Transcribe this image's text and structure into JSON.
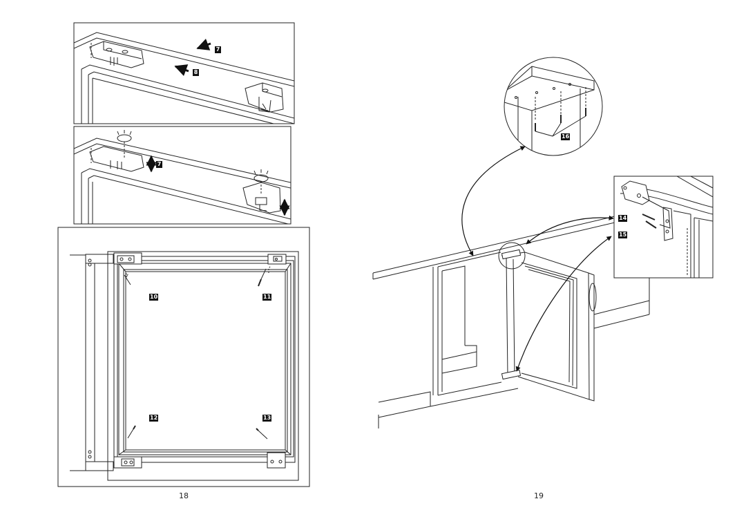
{
  "pages": {
    "left_number": "18",
    "right_number": "19"
  },
  "callouts": {
    "c7a": "7",
    "c8": "8",
    "c7b": "7",
    "c10": "10",
    "c11": "11",
    "c12": "12",
    "c13": "13",
    "c14": "14",
    "c15": "15",
    "c16": "16"
  }
}
